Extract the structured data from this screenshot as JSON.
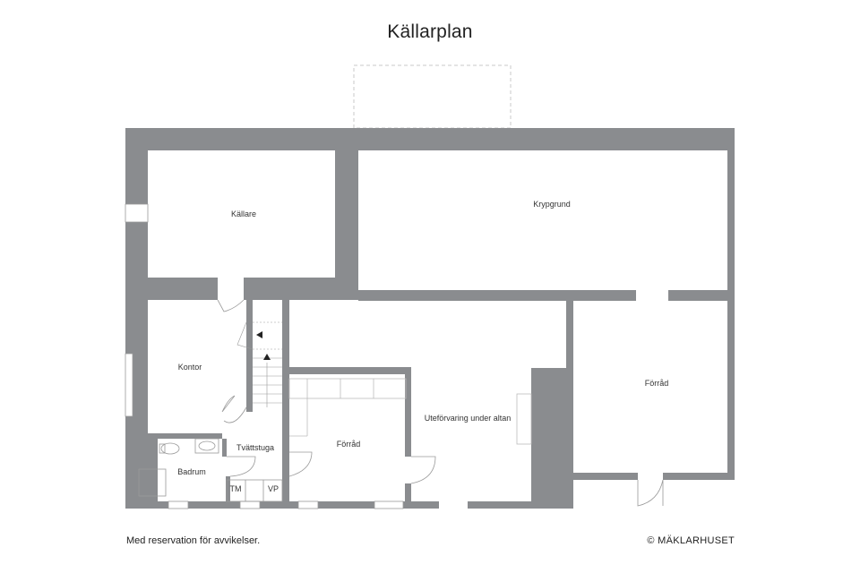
{
  "title": "Källarplan",
  "colors": {
    "wall": "#8a8c8f",
    "background": "#ffffff",
    "line": "#9a9a9a",
    "text": "#222222"
  },
  "rooms": [
    {
      "name": "Källare"
    },
    {
      "name": "Krypgrund"
    },
    {
      "name": "Kontor"
    },
    {
      "name": "Uteförvaring under altan"
    },
    {
      "name": "Förråd"
    },
    {
      "name": "Förråd"
    },
    {
      "name": "Tvättstuga"
    },
    {
      "name": "Badrum"
    }
  ],
  "fixtures": {
    "tm": "TM",
    "vp": "VP"
  },
  "footer": {
    "disclaimer": "Med reservation för avvikelser.",
    "copyright": "© MÄKLARHUSET"
  }
}
